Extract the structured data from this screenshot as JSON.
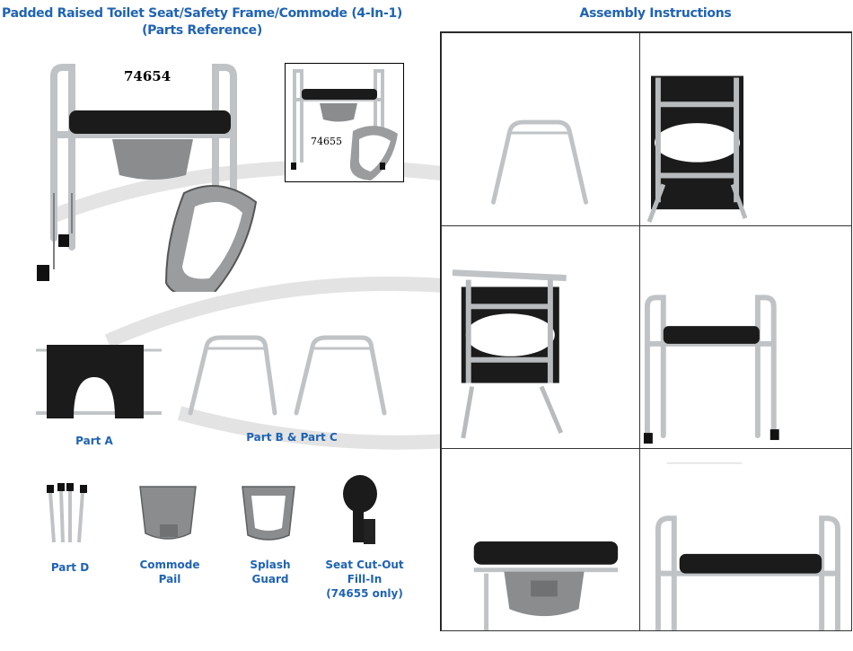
{
  "parts": {
    "title_line1": "Padded Raised Toilet Seat/Safety Frame/Commode (4-In-1)",
    "title_line2": "(Parts Reference)",
    "model_main": "74654",
    "model_inset": "74655",
    "part_a": "Part A",
    "part_bc": "Part B & Part C",
    "part_d": "Part D",
    "commode_line1": "Commode",
    "commode_line2": "Pail",
    "splash_line1": "Splash",
    "splash_line2": "Guard",
    "fillin_line1": "Seat Cut-Out",
    "fillin_line2": "Fill-In",
    "fillin_line3": "(74655 only)"
  },
  "assembly": {
    "title": "Assembly Instructions",
    "steps": [
      {
        "image": "frame-legs-photo"
      },
      {
        "image": "seat-upright-photo"
      },
      {
        "image": "seat-with-frame-photo"
      },
      {
        "image": "assembled-frame-photo"
      },
      {
        "image": "seat-closeup-photo"
      },
      {
        "image": "completed-seat-photo"
      }
    ]
  },
  "colors": {
    "accent": "#1f63b3",
    "seat": "#1b1b1b",
    "pail": "#8a8c8e"
  }
}
